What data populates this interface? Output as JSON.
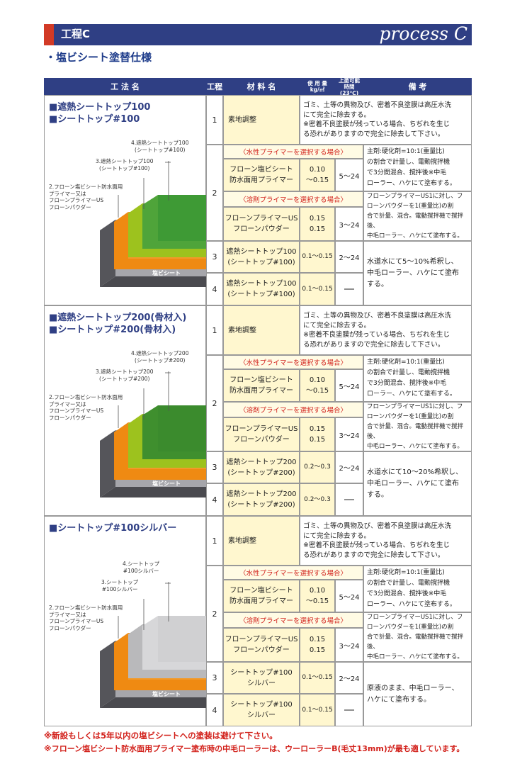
{
  "header": {
    "title": "工程C",
    "right": "process C"
  },
  "subtitle": "・塩ビシート塗替仕様",
  "columns": {
    "method": "工 法 名",
    "step": "工程",
    "material": "材 料 名",
    "usage": "使 用 量\nkg/㎡",
    "interval": "上塗可能\n時間(23℃)",
    "remarks": "備 考"
  },
  "groups": [
    {
      "title": [
        "■遮熱シートトップ100",
        "■シートトップ#100"
      ],
      "labels": {
        "l4": "4.遮熱シートトップ100\n(シートトップ#100)",
        "l3": "3.遮熱シートトップ100\n(シートトップ#100)",
        "l2": "2.フローン塩ビシート防水面用\nプライマー又は\nフローンプライマーUS\nフローンパウダー",
        "base": "塩ビシート"
      },
      "s1": {
        "n": "1",
        "mat": "素地調整",
        "note": "ゴミ、土等の異物及び、密着不良塗膜は高圧水洗\nにて完全に除去する。\n※密着不良塗膜が残っている場合、ちぢれを生じ\nる恐れがありますので完全に除去して下さい。"
      },
      "s2": {
        "n": "2",
        "wh": "〈水性プライマーを選択する場合〉",
        "wmat": "フローン塩ビシート\n防水面用プライマー",
        "wamt": "0.10\n～0.15",
        "wtime": "5～24",
        "wnote": "主剤:硬化剤=10:1(重量比)\nの割合で計量し、電動撹拌機\nで3分間混合、撹拌後※中毛\nローラー、ハケにて塗布する。",
        "sh": "〈溶剤プライマーを選択する場合〉",
        "smat": "フローンプライマーUS\nフローンパウダー",
        "samt": "0.15\n0.15",
        "stime": "3～24",
        "snote": "フローンプライマーUS1に対し、フ\nローンパウダーを1(重量比)の割\n合で計量、混合。電動撹拌機で撹拌後、\n中毛ローラー、ハケにて塗布する。"
      },
      "s3": {
        "n": "3",
        "mat": "遮熱シートトップ100\n(シートトップ#100)",
        "amt": "0.1～0.15",
        "time": "2～24"
      },
      "s4": {
        "n": "4",
        "mat": "遮熱シートトップ100\n(シートトップ#100)",
        "amt": "0.1～0.15",
        "time": "―"
      },
      "s34note": "水道水にて5～10%希釈し、\n中毛ローラー、ハケにて塗布\nする。"
    },
    {
      "title": [
        "■遮熱シートトップ200(骨材入)",
        "■シートトップ#200(骨材入)"
      ],
      "labels": {
        "l4": "4.遮熱シートトップ200\n(シートトップ#200)",
        "l3": "3.遮熱シートトップ200\n(シートトップ#200)",
        "l2": "2.フローン塩ビシート防水面用\nプライマー又は\nフローンプライマーUS\nフローンパウダー",
        "base": "塩ビシート"
      },
      "s1": {
        "n": "1",
        "mat": "素地調整",
        "note": "ゴミ、土等の異物及び、密着不良塗膜は高圧水洗\nにて完全に除去する。\n※密着不良塗膜が残っている場合、ちぢれを生じ\nる恐れがありますので完全に除去して下さい。"
      },
      "s2": {
        "n": "2",
        "wh": "〈水性プライマーを選択する場合〉",
        "wmat": "フローン塩ビシート\n防水面用プライマー",
        "wamt": "0.10\n～0.15",
        "wtime": "5～24",
        "wnote": "主剤:硬化剤=10:1(重量比)\nの割合で計量し、電動撹拌機\nで3分間混合、撹拌後※中毛\nローラー、ハケにて塗布する。",
        "sh": "〈溶剤プライマーを選択する場合〉",
        "smat": "フローンプライマーUS\nフローンパウダー",
        "samt": "0.15\n0.15",
        "stime": "3～24",
        "snote": "フローンプライマーUS1に対し、フ\nローンパウダーを1(重量比)の割\n合で計量、混合。電動撹拌機で撹拌後、\n中毛ローラー、ハケにて塗布する。"
      },
      "s3": {
        "n": "3",
        "mat": "遮熱シートトップ200\n(シートトップ#200)",
        "amt": "0.2～0.3",
        "time": "2～24"
      },
      "s4": {
        "n": "4",
        "mat": "遮熱シートトップ200\n(シートトップ#200)",
        "amt": "0.2～0.3",
        "time": "―"
      },
      "s34note": "水道水にて10～20%希釈し、\n中毛ローラー、ハケにて塗布\nする。"
    },
    {
      "title": [
        "■シートトップ#100シルバー"
      ],
      "labels": {
        "l4": "4.シートトップ\n#100シルバー",
        "l3": "3.シートトップ\n#100シルバー",
        "l2": "2.フローン塩ビシート防水面用\nプライマー又は\nフローンプライマーUS\nフローンパウダー",
        "base": "塩ビシート"
      },
      "s1": {
        "n": "1",
        "mat": "素地調整",
        "note": "ゴミ、土等の異物及び、密着不良塗膜は高圧水洗\nにて完全に除去する。\n※密着不良塗膜が残っている場合、ちぢれを生じ\nる恐れがありますので完全に除去して下さい。"
      },
      "s2": {
        "n": "2",
        "wh": "〈水性プライマーを選択する場合〉",
        "wmat": "フローン塩ビシート\n防水面用プライマー",
        "wamt": "0.10\n～0.15",
        "wtime": "5～24",
        "wnote": "主剤:硬化剤=10:1(重量比)\nの割合で計量し、電動撹拌機\nで3分間混合、撹拌後※中毛\nローラー、ハケにて塗布する。",
        "sh": "〈溶剤プライマーを選択する場合〉",
        "smat": "フローンプライマーUS\nフローンパウダー",
        "samt": "0.15\n0.15",
        "stime": "3～24",
        "snote": "フローンプライマーUS1に対し、フ\nローンパウダーを1(重量比)の割\n合で計量、混合。電動撹拌機で撹拌後、\n中毛ローラー、ハケにて塗布する。"
      },
      "s3": {
        "n": "3",
        "mat": "シートトップ#100\nシルバー",
        "amt": "0.1～0.15",
        "time": "2～24"
      },
      "s4": {
        "n": "4",
        "mat": "シートトップ#100\nシルバー",
        "amt": "0.1～0.15",
        "time": "―"
      },
      "s34note": "原液のまま、中毛ローラー、\nハケにて塗布する。"
    }
  ],
  "footnotes": [
    "※新設もしくは5年以内の塩ビシートへの塗装は避けて下さい。",
    "※フローン塩ビシート防水面用プライマー塗布時の中毛ローラーは、ウーローラーB(毛丈13mm)が最も適しています。"
  ]
}
